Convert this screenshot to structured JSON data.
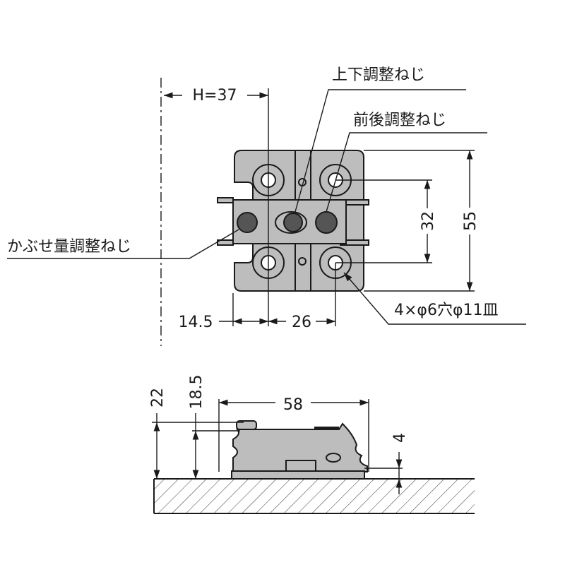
{
  "top_view": {
    "label_vertical_adjust_screw": "上下調整ねじ",
    "label_depth_adjust_screw": "前後調整ねじ",
    "label_overlay_adjust_screw": "かぶせ量調整ねじ",
    "label_holes": "4×φ6穴φ11皿",
    "dim_h": "H=37",
    "dim_32": "32",
    "dim_55": "55",
    "dim_14_5": "14.5",
    "dim_26": "26"
  },
  "side_view": {
    "dim_58": "58",
    "dim_22": "22",
    "dim_18_5": "18.5",
    "dim_4": "4"
  },
  "colors": {
    "part_fill": "#bdbdbd",
    "line": "#1a1a1a"
  }
}
